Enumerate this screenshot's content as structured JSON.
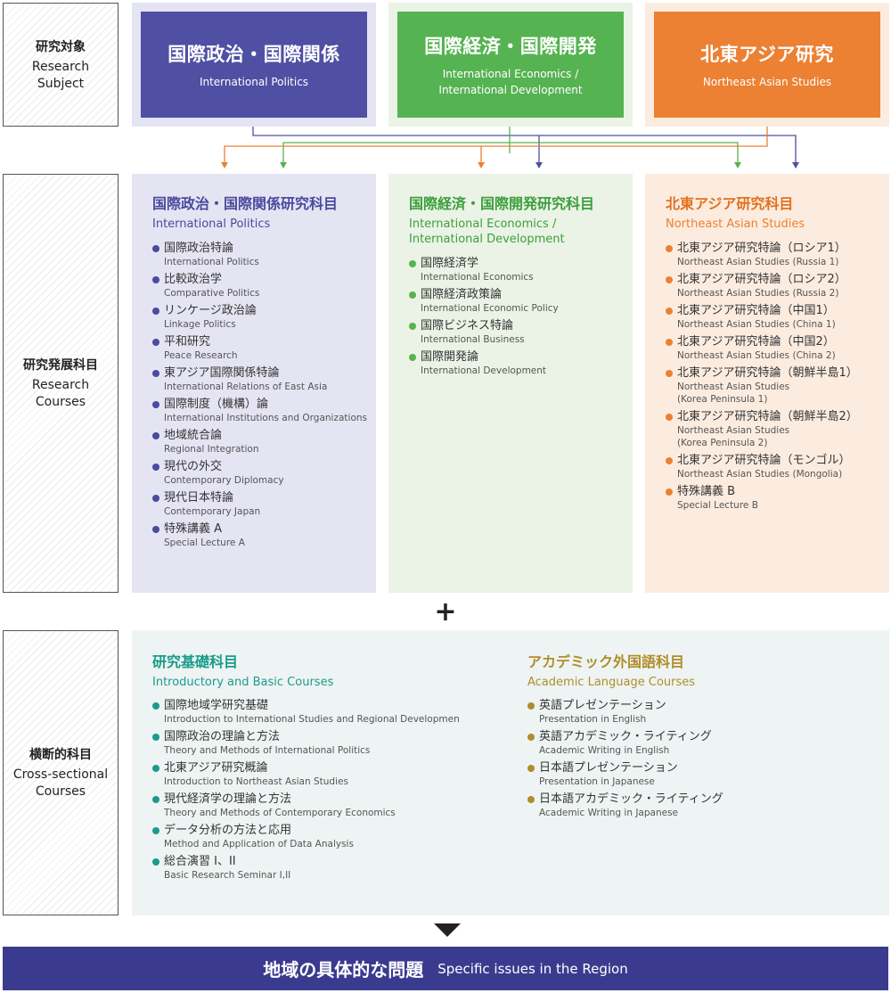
{
  "labels": {
    "research_subject": {
      "jp": "研究対象",
      "en1": "Research",
      "en2": "Subject"
    },
    "research_courses": {
      "jp": "研究発展科目",
      "en1": "Research",
      "en2": "Courses"
    },
    "cross_sectional": {
      "jp": "横断的科目",
      "en1": "Cross-sectional",
      "en2": "Courses"
    }
  },
  "subjects": [
    {
      "jp": "国際政治・国際関係",
      "en": "International Politics",
      "en2": ""
    },
    {
      "jp": "国際経済・国際開発",
      "en": "International Economics /",
      "en2": "International Development"
    },
    {
      "jp": "北東アジア研究",
      "en": "Northeast Asian Studies",
      "en2": ""
    }
  ],
  "research_courses": {
    "politics": {
      "title_jp": "国際政治・国際関係研究科目",
      "title_en": "International Politics",
      "items": [
        {
          "jp": "国際政治特論",
          "en": "International Politics"
        },
        {
          "jp": "比較政治学",
          "en": "Comparative Politics"
        },
        {
          "jp": "リンケージ政治論",
          "en": "Linkage Politics"
        },
        {
          "jp": "平和研究",
          "en": "Peace Research"
        },
        {
          "jp": "東アジア国際関係特論",
          "en": "International Relations of East Asia"
        },
        {
          "jp": "国際制度（機構）論",
          "en": "International Institutions and Organizations"
        },
        {
          "jp": "地域統合論",
          "en": "Regional Integration"
        },
        {
          "jp": "現代の外交",
          "en": "Contemporary Diplomacy"
        },
        {
          "jp": "現代日本特論",
          "en": "Contemporary Japan"
        },
        {
          "jp": "特殊講義 A",
          "en": "Special Lecture A"
        }
      ]
    },
    "economics": {
      "title_jp": "国際経済・国際開発研究科目",
      "title_en": "International Economics /",
      "title_en2": "International Development",
      "items": [
        {
          "jp": "国際経済学",
          "en": "International Economics"
        },
        {
          "jp": "国際経済政策論",
          "en": "International Economic Policy"
        },
        {
          "jp": "国際ビジネス特論",
          "en": "International Business"
        },
        {
          "jp": "国際開発論",
          "en": "International Development"
        }
      ]
    },
    "northeast": {
      "title_jp": "北東アジア研究科目",
      "title_en": "Northeast Asian Studies",
      "items": [
        {
          "jp": "北東アジア研究特論（ロシア1）",
          "en": "Northeast Asian Studies (Russia 1)"
        },
        {
          "jp": "北東アジア研究特論（ロシア2）",
          "en": "Northeast Asian Studies (Russia 2)"
        },
        {
          "jp": "北東アジア研究特論（中国1）",
          "en": "Northeast Asian Studies (China 1)"
        },
        {
          "jp": "北東アジア研究特論（中国2）",
          "en": "Northeast Asian Studies (China 2)"
        },
        {
          "jp": "北東アジア研究特論（朝鮮半島1）",
          "en": "Northeast Asian Studies\n(Korea Peninsula 1)"
        },
        {
          "jp": "北東アジア研究特論（朝鮮半島2）",
          "en": "Northeast Asian Studies\n(Korea Peninsula 2)"
        },
        {
          "jp": "北東アジア研究特論（モンゴル）",
          "en": "Northeast Asian Studies (Mongolia)"
        },
        {
          "jp": "特殊講義 B",
          "en": "Special Lecture B"
        }
      ]
    }
  },
  "plus": "+",
  "cross": {
    "basic": {
      "title_jp": "研究基礎科目",
      "title_en": "Introductory and Basic Courses",
      "items": [
        {
          "jp": "国際地域学研究基礎",
          "en": "Introduction to International Studies and Regional Developmen"
        },
        {
          "jp": "国際政治の理論と方法",
          "en": "Theory and Methods of International Politics"
        },
        {
          "jp": "北東アジア研究概論",
          "en": "Introduction to Northeast Asian Studies"
        },
        {
          "jp": "現代経済学の理論と方法",
          "en": "Theory and Methods of Contemporary Economics"
        },
        {
          "jp": "データ分析の方法と応用",
          "en": "Method and Application of Data Analysis"
        },
        {
          "jp": "総合演習 I、II",
          "en": "Basic Research Seminar I,II"
        }
      ]
    },
    "language": {
      "title_jp": "アカデミック外国語科目",
      "title_en": "Academic Language Courses",
      "items": [
        {
          "jp": "英語プレゼンテーション",
          "en": "Presentation in English"
        },
        {
          "jp": "英語アカデミック・ライティング",
          "en": "Academic Writing in English"
        },
        {
          "jp": "日本語プレゼンテーション",
          "en": "Presentation in Japanese"
        },
        {
          "jp": "日本語アカデミック・ライティング",
          "en": "Academic Writing in Japanese"
        }
      ]
    }
  },
  "bottom": {
    "jp": "地域の具体的な問題",
    "en": "Specific issues in the Region"
  },
  "colors": {
    "purple": "#4f4fa3",
    "purple_dark": "#4a4a9e",
    "purple_light": "#e5e4f3",
    "green": "#56b352",
    "green_dark": "#3c9f3c",
    "green_light": "#eaf3e6",
    "orange": "#ec8033",
    "orange_dark": "#e2711f",
    "orange_light": "#fcece0",
    "teal": "#1a9b8c",
    "gold": "#b08d2c",
    "navy": "#3a3b8f"
  }
}
